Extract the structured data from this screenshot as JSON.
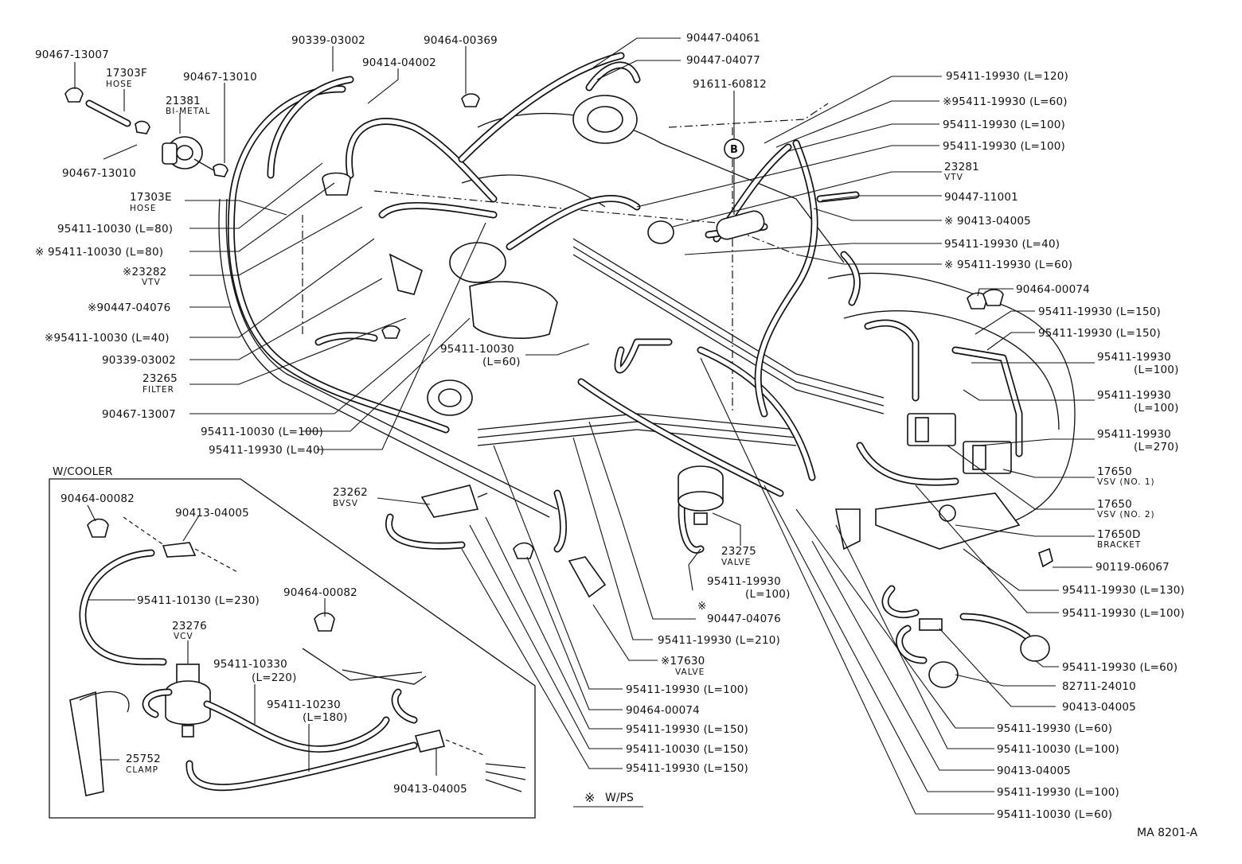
{
  "diagram_code": "MA 8201-A",
  "legend": {
    "symbol": "※",
    "label": "W/PS"
  },
  "inset": {
    "title": "W/COOLER"
  },
  "circle_marker": "B",
  "labels": {
    "l01": "90467-13007",
    "l02": "17303F",
    "l02s": "HOSE",
    "l03": "90339-03002",
    "l04": "90464-00369",
    "l05": "90447-04061",
    "l06": "90447-04077",
    "l07": "90414-04002",
    "l08": "90467-13010",
    "l09": "21381",
    "l09s": "BI-METAL",
    "l10": "91611-60812",
    "l11": "95411-19930 (L=120)",
    "l12": "※95411-19930 (L=60)",
    "l13": "95411-19930 (L=100)",
    "l14": "95411-19930 (L=100)",
    "l15": "23281",
    "l15s": "VTV",
    "l16": "90467-13010",
    "l17": "17303E",
    "l17s": "HOSE",
    "l18": "90447-11001",
    "l19": "95411-10030 (L=80)",
    "l20": "※ 90413-04005",
    "l21": "※  95411-10030 (L=80)",
    "l22": "95411-19930 (L=40)",
    "l23": "※ 95411-19930 (L=60)",
    "l24": "※23282",
    "l24s": "VTV",
    "l25": "90464-00074",
    "l26": "※90447-04076",
    "l27": "95411-19930 (L=150)",
    "l28": "95411-19930 (L=150)",
    "l29": "※95411-10030 (L=40)",
    "l30": "95411-10030",
    "l30b": "(L=60)",
    "l31": "95411-19930",
    "l31b": "(L=100)",
    "l32": "90339-03002",
    "l33": "23265",
    "l33s": "FILTER",
    "l34": "95411-19930",
    "l34b": "(L=100)",
    "l35": "90467-13007",
    "l36": "95411-10030 (L=100)",
    "l37": "95411-19930",
    "l37b": "(L=270)",
    "l38": "95411-19930 (L=40)",
    "l39": "17650",
    "l39s": "VSV (NO. 1)",
    "l40": "90464-00082",
    "l41": "90413-04005",
    "l42": "23262",
    "l42s": "BVSV",
    "l43": "17650",
    "l43s": "VSV (NO. 2)",
    "l44": "17650D",
    "l44s": "BRACKET",
    "l45": "23275",
    "l45s": "VALVE",
    "l46": "90119-06067",
    "l47": "95411-10130 (L=230)",
    "l48": "95411-19930",
    "l48b": "(L=100)",
    "l49": "95411-19930 (L=130)",
    "l50": "※",
    "l50b": "90447-04076",
    "l51": "95411-19930 (L=100)",
    "l52": "23276",
    "l52s": "VCV",
    "l53": "90464-00082",
    "l54": "95411-19930 (L=210)",
    "l55": "95411-10330",
    "l55b": "(L=220)",
    "l56": "※17630",
    "l56s": "VALVE",
    "l57": "95411-19930 (L=60)",
    "l58": "82711-24010",
    "l59": "95411-10230",
    "l59b": "(L=180)",
    "l60": "95411-19930 (L=100)",
    "l61": "90464-00074",
    "l62": "90413-04005",
    "l63": "95411-19930 (L=150)",
    "l64": "95411-19930 (L=60)",
    "l65": "95411-10030 (L=150)",
    "l66": "95411-10030 (L=100)",
    "l67": "25752",
    "l67s": "CLAMP",
    "l68": "95411-19930 (L=150)",
    "l69": "90413-04005",
    "l70": "90413-04005",
    "l71": "95411-19930 (L=100)",
    "l72": "95411-10030 (L=60)"
  }
}
